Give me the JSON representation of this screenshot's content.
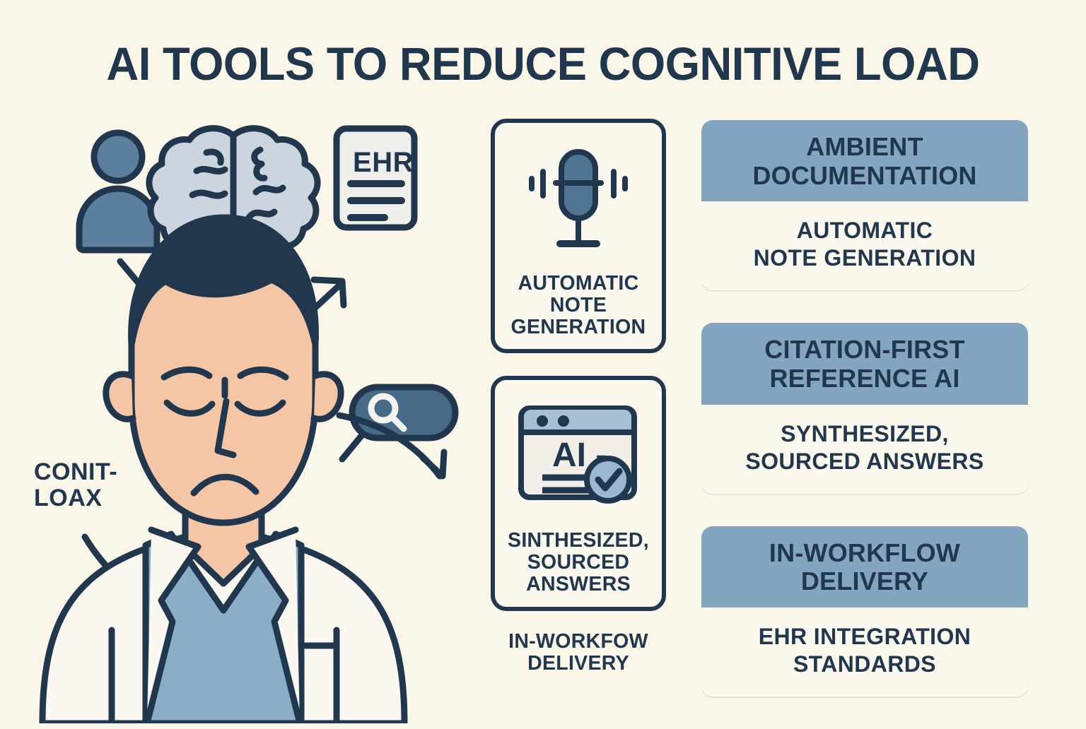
{
  "page": {
    "title": "AI TOOLS TO REDUCE COGNITIVE LOAD",
    "background_color": "#faf6e8",
    "ink_color": "#20374e",
    "accent_blue": "#84a5c0",
    "slate_blue": "#476b87",
    "skin_color": "#f5c6a5",
    "scrubs_color": "#8badc6"
  },
  "illustration": {
    "cognitive_load_label_line1": "CONIT-",
    "cognitive_load_label_line2": "LOAX",
    "ehr_document_label": "EHR",
    "icons": {
      "person": "person-icon",
      "brain": "brain-icon",
      "document": "ehr-document-icon",
      "search": "search-pill-icon"
    }
  },
  "middle_cards": [
    {
      "icon": "microphone-icon",
      "caption_lines": [
        "AUTOMATIC",
        "NOTE",
        "GENERATION"
      ],
      "boxed": true
    },
    {
      "icon": "ai-browser-check-icon",
      "icon_text": "AI -",
      "caption_lines": [
        "SINTHESIZED,",
        "SOURCED",
        "ANSWERS"
      ],
      "boxed": true
    },
    {
      "icon": "",
      "caption_lines": [
        "IN-WORKFOW",
        "DELIVERY"
      ],
      "boxed": false
    }
  ],
  "panels": [
    {
      "header_lines": [
        "AMBIENT",
        "DOCUMENTATION"
      ],
      "body_lines": [
        "AUTOMATIC",
        "NOTE GENERATION"
      ]
    },
    {
      "header_lines": [
        "CITATION-FIRST",
        "REFERENCE AI"
      ],
      "body_lines": [
        "SYNTHESIZED,",
        "SOURCED ANSWERS"
      ]
    },
    {
      "header_lines": [
        "IN-WORKFLOW",
        "DELIVERY"
      ],
      "body_lines": [
        "EHR INTEGRATION",
        "STANDARDS"
      ]
    }
  ]
}
